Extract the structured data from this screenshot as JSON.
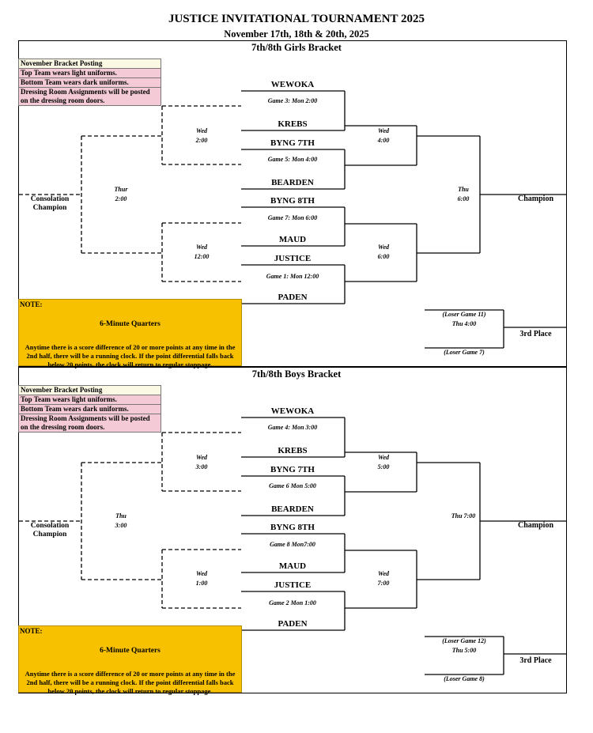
{
  "header": {
    "title": "JUSTICE INVITATIONAL TOURNAMENT 2025",
    "dates": "November 17th, 18th & 20th, 2025"
  },
  "brackets": [
    {
      "title": "7th/8th Girls Bracket",
      "info": {
        "posting": "November Bracket Posting",
        "top_team": "Top Team wears light uniforms.",
        "bottom_team": "Bottom Team wears dark uniforms.",
        "dressing": "Dressing Room Assignments will be posted on the dressing room doors."
      },
      "teams": [
        "WEWOKA",
        "KREBS",
        "BYNG 7TH",
        "BEARDEN",
        "BYNG 8TH",
        "MAUD",
        "JUSTICE",
        "PADEN"
      ],
      "games": [
        "Game 3: Mon 2:00",
        "Game 5: Mon 4:00",
        "Game 7: Mon 6:00",
        "Game 1: Mon 12:00"
      ],
      "left_upper": {
        "day": "Wed",
        "time": "2:00"
      },
      "left_lower": {
        "day": "Wed",
        "time": "12:00"
      },
      "consolation_final": {
        "day": "Thur",
        "time": "2:00"
      },
      "consolation_label": {
        "line1": "Consolation",
        "line2": "Champion"
      },
      "right_upper": {
        "day": "Wed",
        "time": "4:00"
      },
      "right_lower": {
        "day": "Wed",
        "time": "6:00"
      },
      "final": {
        "day": "Thu",
        "time": "6:00"
      },
      "champion": "Champion",
      "third": {
        "top": "(Loser Game 11)",
        "time": "Thu 4:00",
        "bottom": "(Loser Game 7)",
        "label": "3rd Place"
      },
      "note": {
        "label": "NOTE:",
        "head": "6-Minute Quarters",
        "body": "Anytime there is a score difference of 20 or more points at any time in the 2nd half, there will be a running clock. If the point differential falls back below 20 points, the clock will return to regular stoppage."
      }
    },
    {
      "title": "7th/8th Boys Bracket",
      "info": {
        "posting": "November Bracket Posting",
        "top_team": "Top Team wears light uniforms.",
        "bottom_team": "Bottom Team wears dark uniforms.",
        "dressing": "Dressing Room Assignments will be posted on the dressing room doors."
      },
      "teams": [
        "WEWOKA",
        "KREBS",
        "BYNG 7TH",
        "BEARDEN",
        "BYNG 8TH",
        "MAUD",
        "JUSTICE",
        "PADEN"
      ],
      "games": [
        "Game 4: Mon 3:00",
        "Game 6 Mon 5:00",
        "Game 8 Mon7:00",
        "Game 2 Mon 1:00"
      ],
      "left_upper": {
        "day": "Wed",
        "time": "3:00"
      },
      "left_lower": {
        "day": "Wed",
        "time": "1:00"
      },
      "consolation_final": {
        "day": "Thu",
        "time": "3:00"
      },
      "consolation_label": {
        "line1": "Consolation",
        "line2": "Champion"
      },
      "right_upper": {
        "day": "Wed",
        "time": "5:00"
      },
      "right_lower": {
        "day": "Wed",
        "time": "7:00"
      },
      "final": {
        "day": "",
        "time": "Thu 7:00"
      },
      "champion": "Champion",
      "third": {
        "top": "(Loser Game 12)",
        "time": "Thu 5:00",
        "bottom": "(Loser Game 8)",
        "label": "3rd Place"
      },
      "note": {
        "label": "NOTE:",
        "head": "6-Minute Quarters",
        "body": "Anytime there is a score difference of 20 or more points at any time in the 2nd half, there will be a running clock. If the point differential falls back below 20 points, the clock will return to regular stoppage."
      }
    }
  ]
}
